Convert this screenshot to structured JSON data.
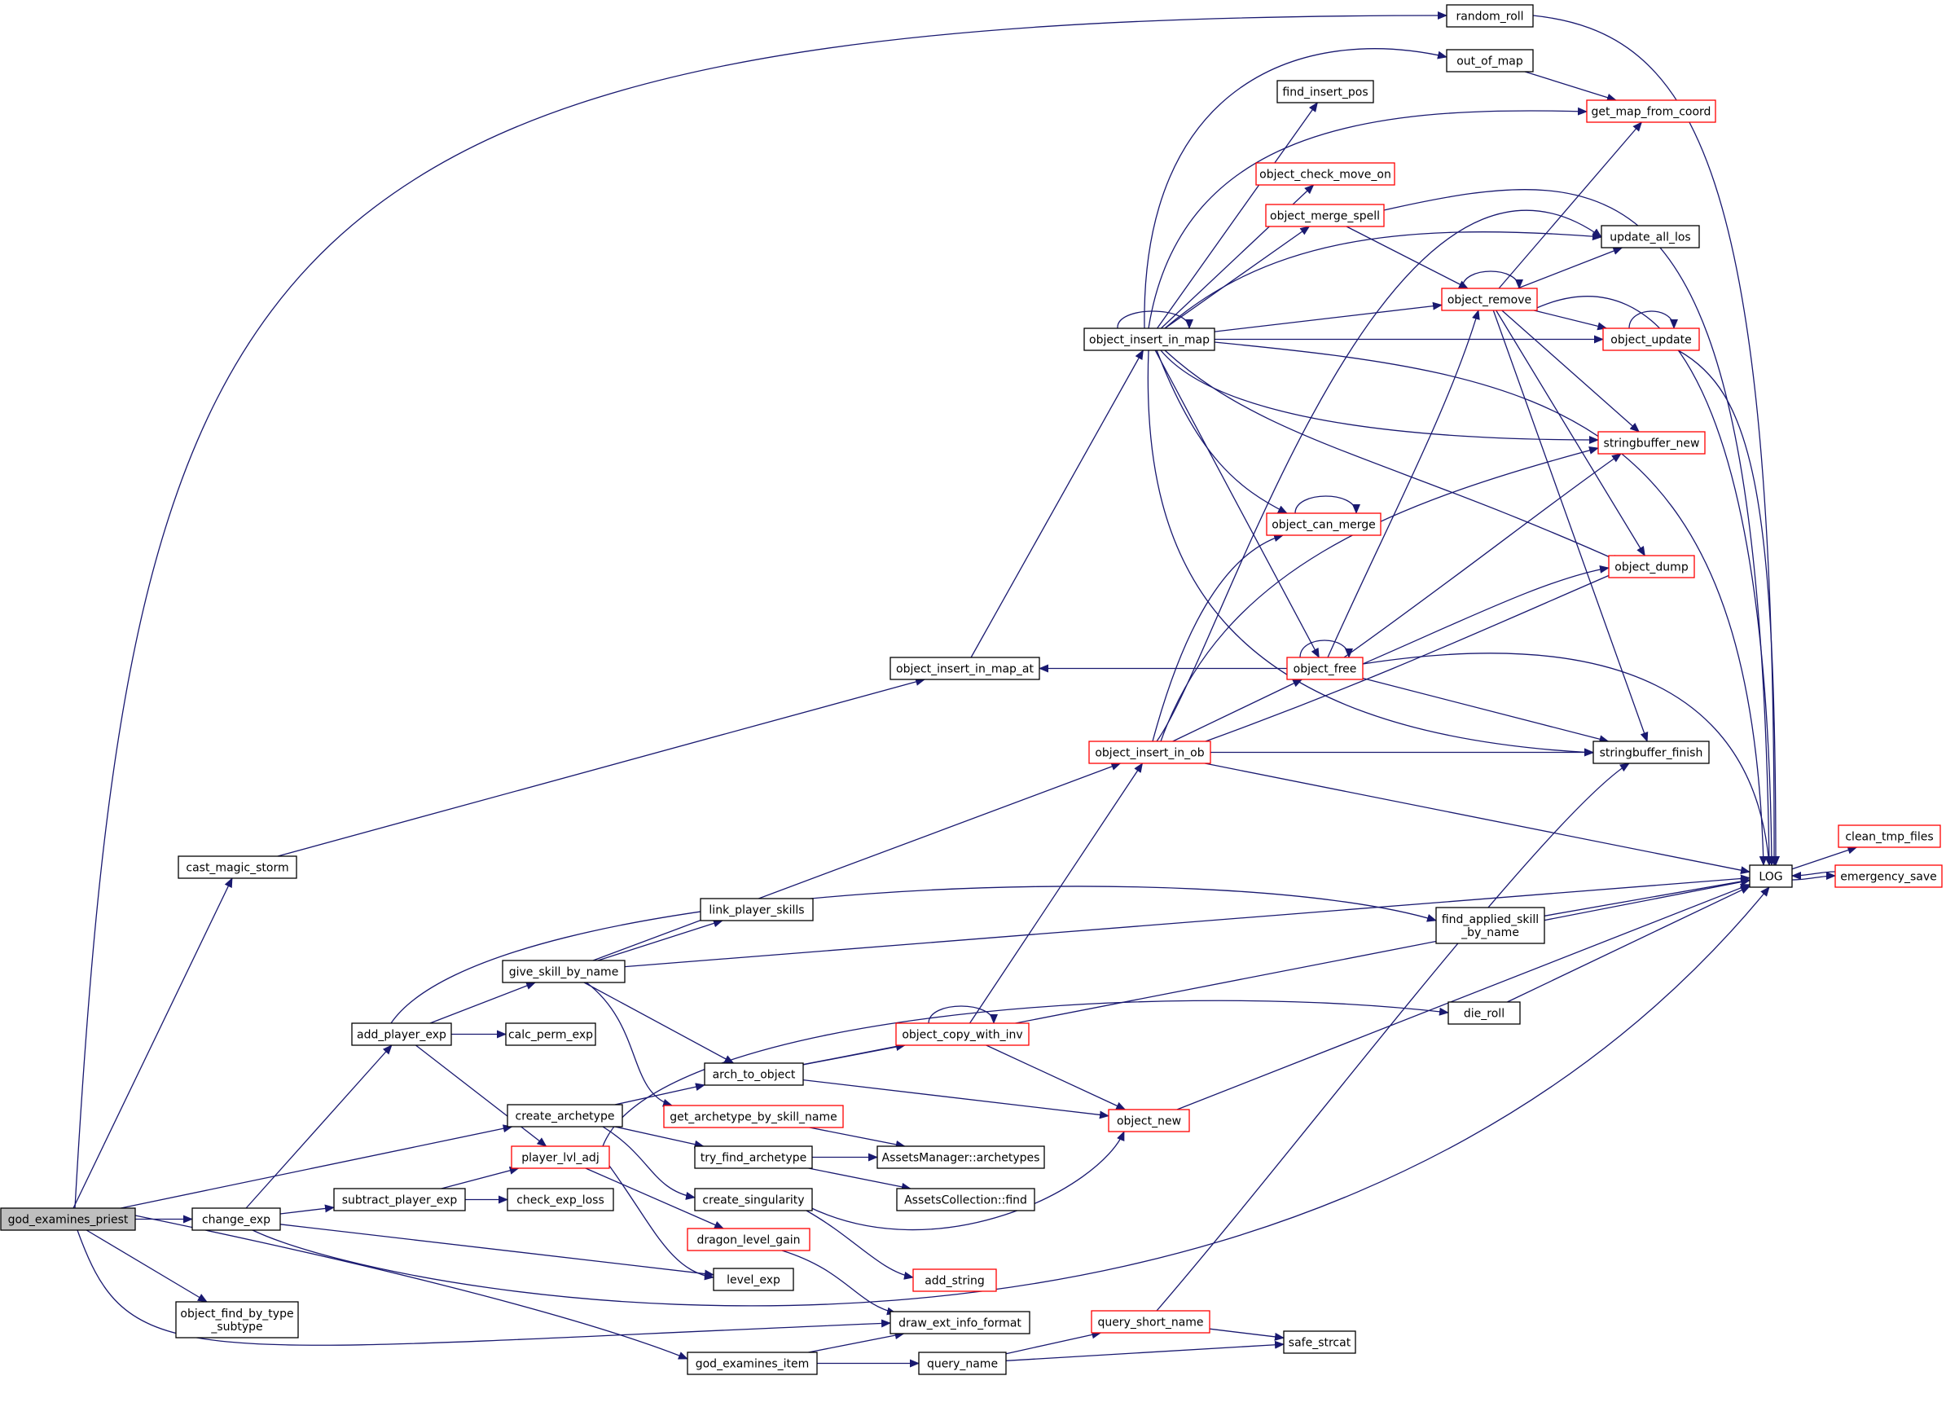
{
  "colors": {
    "edge": "#191970",
    "node_border": "#000000",
    "node_border_incomplete": "#ff0000",
    "root_fill": "#bfbfbf",
    "background": "#ffffff"
  },
  "nodes": [
    {
      "id": "god_examines_priest",
      "label": "god_examines_priest",
      "root": true
    },
    {
      "id": "random_roll",
      "label": "random_roll"
    },
    {
      "id": "out_of_map",
      "label": "out_of_map"
    },
    {
      "id": "find_insert_pos",
      "label": "find_insert_pos"
    },
    {
      "id": "get_map_from_coord",
      "label": "get_map_from_coord",
      "red": true
    },
    {
      "id": "object_check_move_on",
      "label": "object_check_move_on",
      "red": true
    },
    {
      "id": "object_merge_spell",
      "label": "object_merge_spell",
      "red": true
    },
    {
      "id": "update_all_los",
      "label": "update_all_los"
    },
    {
      "id": "object_remove",
      "label": "object_remove",
      "red": true
    },
    {
      "id": "object_insert_in_map",
      "label": "object_insert_in_map"
    },
    {
      "id": "object_update",
      "label": "object_update",
      "red": true
    },
    {
      "id": "stringbuffer_new",
      "label": "stringbuffer_new",
      "red": true
    },
    {
      "id": "object_can_merge",
      "label": "object_can_merge",
      "red": true
    },
    {
      "id": "object_dump",
      "label": "object_dump",
      "red": true
    },
    {
      "id": "object_insert_in_map_at",
      "label": "object_insert_in_map_at"
    },
    {
      "id": "object_free",
      "label": "object_free",
      "red": true
    },
    {
      "id": "object_insert_in_ob",
      "label": "object_insert_in_ob",
      "red": true
    },
    {
      "id": "stringbuffer_finish",
      "label": "stringbuffer_finish"
    },
    {
      "id": "clean_tmp_files",
      "label": "clean_tmp_files",
      "red": true
    },
    {
      "id": "LOG",
      "label": "LOG"
    },
    {
      "id": "emergency_save",
      "label": "emergency_save",
      "red": true
    },
    {
      "id": "cast_magic_storm",
      "label": "cast_magic_storm"
    },
    {
      "id": "link_player_skills",
      "label": "link_player_skills"
    },
    {
      "id": "find_applied_skill_by_name",
      "label": "find_applied_skill\n_by_name"
    },
    {
      "id": "give_skill_by_name",
      "label": "give_skill_by_name"
    },
    {
      "id": "die_roll",
      "label": "die_roll"
    },
    {
      "id": "add_player_exp",
      "label": "add_player_exp"
    },
    {
      "id": "calc_perm_exp",
      "label": "calc_perm_exp"
    },
    {
      "id": "object_copy_with_inv",
      "label": "object_copy_with_inv",
      "red": true
    },
    {
      "id": "arch_to_object",
      "label": "arch_to_object"
    },
    {
      "id": "create_archetype",
      "label": "create_archetype"
    },
    {
      "id": "get_archetype_by_skill_name",
      "label": "get_archetype_by_skill_name",
      "red": true
    },
    {
      "id": "object_new",
      "label": "object_new",
      "red": true
    },
    {
      "id": "player_lvl_adj",
      "label": "player_lvl_adj",
      "red": true
    },
    {
      "id": "try_find_archetype",
      "label": "try_find_archetype"
    },
    {
      "id": "AssetsManager_archetypes",
      "label": "AssetsManager::archetypes"
    },
    {
      "id": "AssetsCollection_find",
      "label": "AssetsCollection::find"
    },
    {
      "id": "create_singularity",
      "label": "create_singularity"
    },
    {
      "id": "change_exp",
      "label": "change_exp"
    },
    {
      "id": "subtract_player_exp",
      "label": "subtract_player_exp"
    },
    {
      "id": "check_exp_loss",
      "label": "check_exp_loss"
    },
    {
      "id": "dragon_level_gain",
      "label": "dragon_level_gain",
      "red": true
    },
    {
      "id": "add_string",
      "label": "add_string",
      "red": true
    },
    {
      "id": "level_exp",
      "label": "level_exp"
    },
    {
      "id": "object_find_by_type_subtype",
      "label": "object_find_by_type\n_subtype"
    },
    {
      "id": "draw_ext_info_format",
      "label": "draw_ext_info_format"
    },
    {
      "id": "query_short_name",
      "label": "query_short_name",
      "red": true
    },
    {
      "id": "safe_strcat",
      "label": "safe_strcat"
    },
    {
      "id": "god_examines_item",
      "label": "god_examines_item"
    },
    {
      "id": "query_name",
      "label": "query_name"
    }
  ],
  "edges": [
    [
      "god_examines_priest",
      "random_roll"
    ],
    [
      "god_examines_priest",
      "cast_magic_storm"
    ],
    [
      "god_examines_priest",
      "create_archetype"
    ],
    [
      "god_examines_priest",
      "change_exp"
    ],
    [
      "god_examines_priest",
      "object_find_by_type_subtype"
    ],
    [
      "god_examines_priest",
      "god_examines_item"
    ],
    [
      "god_examines_priest",
      "draw_ext_info_format"
    ],
    [
      "random_roll",
      "LOG"
    ],
    [
      "cast_magic_storm",
      "object_insert_in_map_at"
    ],
    [
      "object_insert_in_map_at",
      "object_insert_in_map"
    ],
    [
      "object_insert_in_map",
      "object_insert_in_map"
    ],
    [
      "object_insert_in_map",
      "out_of_map"
    ],
    [
      "object_insert_in_map",
      "find_insert_pos"
    ],
    [
      "object_insert_in_map",
      "get_map_from_coord"
    ],
    [
      "object_insert_in_map",
      "object_check_move_on"
    ],
    [
      "object_insert_in_map",
      "object_merge_spell"
    ],
    [
      "object_insert_in_map",
      "update_all_los"
    ],
    [
      "object_insert_in_map",
      "object_remove"
    ],
    [
      "object_insert_in_map",
      "object_update"
    ],
    [
      "object_insert_in_map",
      "LOG"
    ],
    [
      "object_insert_in_map",
      "stringbuffer_new"
    ],
    [
      "object_insert_in_map",
      "object_can_merge"
    ],
    [
      "object_insert_in_map",
      "object_dump"
    ],
    [
      "object_insert_in_map",
      "object_free"
    ],
    [
      "object_insert_in_map",
      "stringbuffer_finish"
    ],
    [
      "out_of_map",
      "get_map_from_coord"
    ],
    [
      "object_merge_spell",
      "object_remove"
    ],
    [
      "object_merge_spell",
      "LOG"
    ],
    [
      "object_remove",
      "object_remove"
    ],
    [
      "object_remove",
      "get_map_from_coord"
    ],
    [
      "object_remove",
      "update_all_los"
    ],
    [
      "object_remove",
      "object_update"
    ],
    [
      "object_remove",
      "LOG"
    ],
    [
      "object_remove",
      "stringbuffer_new"
    ],
    [
      "object_remove",
      "object_dump"
    ],
    [
      "object_remove",
      "stringbuffer_finish"
    ],
    [
      "object_update",
      "object_update"
    ],
    [
      "object_update",
      "LOG"
    ],
    [
      "object_can_merge",
      "object_can_merge"
    ],
    [
      "object_free",
      "object_free"
    ],
    [
      "object_free",
      "object_insert_in_map_at"
    ],
    [
      "object_free",
      "object_remove"
    ],
    [
      "object_free",
      "stringbuffer_new"
    ],
    [
      "object_free",
      "object_dump"
    ],
    [
      "object_free",
      "LOG"
    ],
    [
      "object_free",
      "stringbuffer_finish"
    ],
    [
      "object_insert_in_ob",
      "update_all_los"
    ],
    [
      "object_insert_in_ob",
      "object_can_merge"
    ],
    [
      "object_insert_in_ob",
      "stringbuffer_new"
    ],
    [
      "object_insert_in_ob",
      "object_free"
    ],
    [
      "object_insert_in_ob",
      "object_dump"
    ],
    [
      "object_insert_in_ob",
      "stringbuffer_finish"
    ],
    [
      "object_insert_in_ob",
      "LOG"
    ],
    [
      "LOG",
      "clean_tmp_files"
    ],
    [
      "LOG",
      "emergency_save"
    ],
    [
      "emergency_save",
      "LOG"
    ],
    [
      "find_applied_skill_by_name",
      "LOG"
    ],
    [
      "give_skill_by_name",
      "object_insert_in_ob"
    ],
    [
      "give_skill_by_name",
      "link_player_skills"
    ],
    [
      "give_skill_by_name",
      "LOG"
    ],
    [
      "give_skill_by_name",
      "arch_to_object"
    ],
    [
      "give_skill_by_name",
      "get_archetype_by_skill_name"
    ],
    [
      "die_roll",
      "LOG"
    ],
    [
      "add_player_exp",
      "find_applied_skill_by_name"
    ],
    [
      "add_player_exp",
      "give_skill_by_name"
    ],
    [
      "add_player_exp",
      "calc_perm_exp"
    ],
    [
      "add_player_exp",
      "player_lvl_adj"
    ],
    [
      "object_copy_with_inv",
      "object_copy_with_inv"
    ],
    [
      "object_copy_with_inv",
      "object_insert_in_ob"
    ],
    [
      "object_copy_with_inv",
      "object_new"
    ],
    [
      "arch_to_object",
      "object_copy_with_inv"
    ],
    [
      "arch_to_object",
      "object_new"
    ],
    [
      "arch_to_object",
      "LOG"
    ],
    [
      "create_archetype",
      "arch_to_object"
    ],
    [
      "create_archetype",
      "try_find_archetype"
    ],
    [
      "create_archetype",
      "create_singularity"
    ],
    [
      "get_archetype_by_skill_name",
      "AssetsManager_archetypes"
    ],
    [
      "object_new",
      "LOG"
    ],
    [
      "player_lvl_adj",
      "die_roll"
    ],
    [
      "player_lvl_adj",
      "dragon_level_gain"
    ],
    [
      "player_lvl_adj",
      "level_exp"
    ],
    [
      "try_find_archetype",
      "AssetsManager_archetypes"
    ],
    [
      "try_find_archetype",
      "AssetsCollection_find"
    ],
    [
      "create_singularity",
      "object_new"
    ],
    [
      "create_singularity",
      "add_string"
    ],
    [
      "change_exp",
      "add_player_exp"
    ],
    [
      "change_exp",
      "subtract_player_exp"
    ],
    [
      "change_exp",
      "level_exp"
    ],
    [
      "change_exp",
      "LOG"
    ],
    [
      "subtract_player_exp",
      "player_lvl_adj"
    ],
    [
      "subtract_player_exp",
      "check_exp_loss"
    ],
    [
      "dragon_level_gain",
      "draw_ext_info_format"
    ],
    [
      "god_examines_item",
      "draw_ext_info_format"
    ],
    [
      "god_examines_item",
      "query_name"
    ],
    [
      "query_name",
      "query_short_name"
    ],
    [
      "query_name",
      "safe_strcat"
    ],
    [
      "query_short_name",
      "safe_strcat"
    ],
    [
      "query_short_name",
      "stringbuffer_finish"
    ]
  ]
}
